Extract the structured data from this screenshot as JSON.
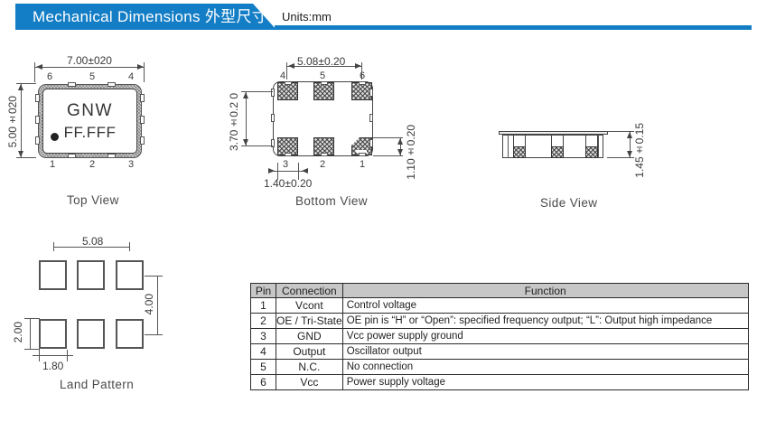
{
  "header": {
    "title": "Mechanical Dimensions 外型尺寸",
    "units_label": "Units:mm",
    "banner_color": "#137dc5"
  },
  "top_view": {
    "label": "Top View",
    "marking_line1": "GNW",
    "marking_line2": "FF.FFF",
    "dim_width": "7.00±020",
    "dim_height": "5.00±020",
    "pins_top": [
      "6",
      "5",
      "4"
    ],
    "pins_bottom": [
      "1",
      "2",
      "3"
    ]
  },
  "bottom_view": {
    "label": "Bottom View",
    "dim_pad_span": "5.08±0.20",
    "dim_row_span": "3.70±0.2 0",
    "dim_pad_width": "1.40±0.20",
    "dim_pad_height": "1.10±0.20",
    "pins_top": [
      "4",
      "5",
      "6"
    ],
    "pins_bottom": [
      "3",
      "2",
      "1"
    ]
  },
  "side_view": {
    "label": "Side View",
    "dim_height": "1.45±0.15"
  },
  "land_pattern": {
    "label": "Land Pattern",
    "dim_span": "5.08",
    "dim_row_pitch": "4.00",
    "dim_pad_height": "2.00",
    "dim_pad_width": "1.80"
  },
  "pin_table": {
    "headers": [
      "Pin",
      "Connection",
      "Function"
    ],
    "rows": [
      [
        "1",
        "Vcont",
        "Control voltage"
      ],
      [
        "2",
        "OE / Tri-State",
        "OE pin is “H” or “Open”: specified frequency output; “L”: Output high impedance"
      ],
      [
        "3",
        "GND",
        "Vcc power supply ground"
      ],
      [
        "4",
        "Output",
        "Oscillator output"
      ],
      [
        "5",
        "N.C.",
        "No connection"
      ],
      [
        "6",
        "Vcc",
        "Power supply voltage"
      ]
    ]
  }
}
